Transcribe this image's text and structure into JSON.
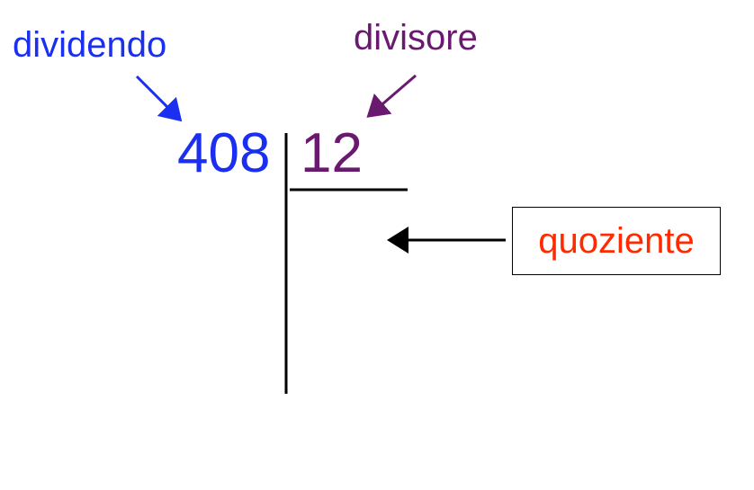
{
  "labels": {
    "dividend": "dividendo",
    "divisor": "divisore",
    "quotient": "quoziente"
  },
  "values": {
    "dividend": "408",
    "divisor": "12"
  },
  "colors": {
    "dividend": "#1a2ff0",
    "divisor": "#6a1a6e",
    "quotient": "#ff2a00",
    "line": "#000000"
  }
}
